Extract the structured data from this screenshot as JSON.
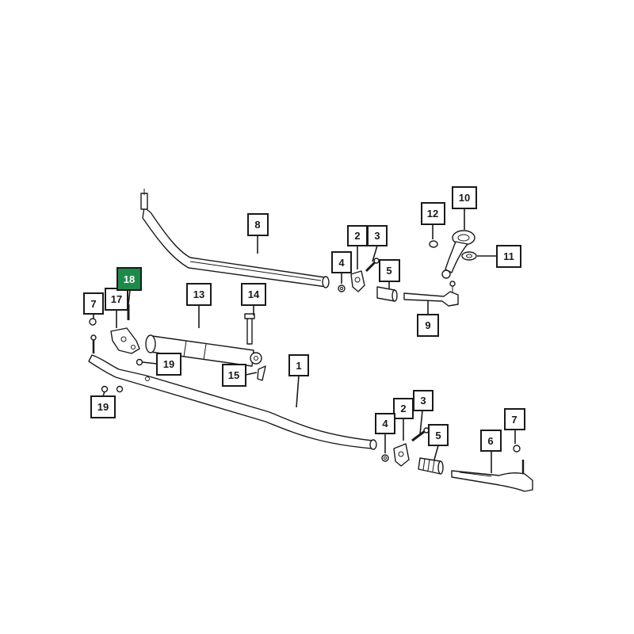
{
  "highlight_color": "#1e8a4a",
  "highlighted_callout": "18",
  "callouts": [
    {
      "id": "c1",
      "label": "1"
    },
    {
      "id": "c2a",
      "label": "2"
    },
    {
      "id": "c2b",
      "label": "2"
    },
    {
      "id": "c3a",
      "label": "3"
    },
    {
      "id": "c3b",
      "label": "3"
    },
    {
      "id": "c4a",
      "label": "4"
    },
    {
      "id": "c4b",
      "label": "4"
    },
    {
      "id": "c5a",
      "label": "5"
    },
    {
      "id": "c5b",
      "label": "5"
    },
    {
      "id": "c6",
      "label": "6"
    },
    {
      "id": "c7a",
      "label": "7"
    },
    {
      "id": "c7b",
      "label": "7"
    },
    {
      "id": "c8",
      "label": "8"
    },
    {
      "id": "c9",
      "label": "9"
    },
    {
      "id": "c10",
      "label": "10"
    },
    {
      "id": "c11",
      "label": "11"
    },
    {
      "id": "c12",
      "label": "12"
    },
    {
      "id": "c13",
      "label": "13"
    },
    {
      "id": "c14",
      "label": "14"
    },
    {
      "id": "c15",
      "label": "15"
    },
    {
      "id": "c17",
      "label": "17"
    },
    {
      "id": "c18",
      "label": "18"
    },
    {
      "id": "c19a",
      "label": "19"
    },
    {
      "id": "c19b",
      "label": "19"
    }
  ]
}
